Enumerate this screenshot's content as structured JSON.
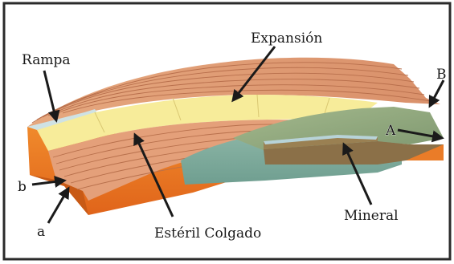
{
  "labels": {
    "expansion": "Expansión",
    "rampa": "Rampa",
    "B": "B",
    "A": "A",
    "b": "b",
    "a": "a",
    "esteril_colgado": "Estéril Colgado",
    "mineral": "Mineral"
  }
}
